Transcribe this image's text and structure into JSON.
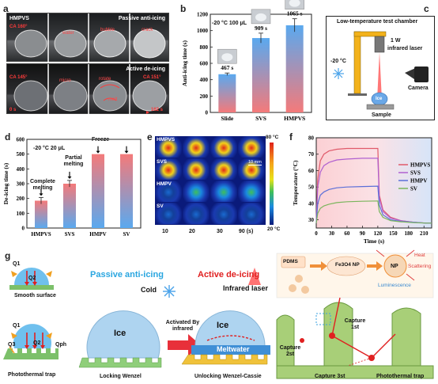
{
  "panels": {
    "a": {
      "label": "a",
      "top_left": "HMPVS",
      "top_right": "Passive anti-icing",
      "ca_top": "CA 160°",
      "water_labels": [
        "water",
        "bubble",
        "crack"
      ],
      "bottom_title": "Active de-icing",
      "ca_bottom_left": "CA 145°",
      "ca_bottom_right": "CA 151°",
      "melt_labels": [
        "micro",
        "rotate",
        "melt"
      ],
      "time_left": "0 s",
      "time_right": "162 s"
    },
    "b": {
      "label": "b",
      "condition": "-20 °C  100 μL",
      "ylabel": "Anti-icing time (s)",
      "ticks": [
        "0",
        "200",
        "400",
        "600",
        "800",
        "1000",
        "1200"
      ],
      "data_labels": [
        "467 s",
        "909 s",
        "1065 s"
      ]
    },
    "c": {
      "label": "c",
      "title": "Low-temperature test chamber",
      "temp": "-20 °C",
      "power": "1 W",
      "laser": "infrared laser",
      "camera": "Camera",
      "ice": "Ice",
      "sample": "Sample"
    },
    "d": {
      "label": "d",
      "condition": "-20 °C  20 μL",
      "ylabel": "De-icing time (s)",
      "ticks": [
        "0",
        "100",
        "200",
        "300",
        "400",
        "500",
        "600"
      ],
      "annotations": [
        "Complete melting",
        "Partial melting",
        "Freeze"
      ]
    },
    "e": {
      "label": "e",
      "rows": [
        "HMPVS",
        "SVS",
        "HMPV",
        "SV"
      ],
      "scale": "10 mm",
      "times": [
        "10",
        "20",
        "30",
        "90 (s)"
      ],
      "cbar_top": "80 °C",
      "cbar_bottom": "20 °C"
    },
    "f": {
      "label": "f",
      "ylabel": "Temperature (°C)",
      "xlabel": "Time (s)",
      "yticks": [
        "30",
        "40",
        "50",
        "60",
        "70",
        "80"
      ],
      "xticks": [
        "0",
        "30",
        "60",
        "90",
        "120",
        "150",
        "180",
        "210"
      ]
    },
    "g": {
      "label": "g",
      "q_labels": [
        "Q1",
        "Q2",
        "Q1",
        "Q3",
        "Q2",
        "Qph"
      ],
      "smooth": "Smooth surface",
      "photothermal": "Photothermal trap",
      "passive": "Passive anti-icing",
      "cold": "Cold",
      "ice": "Ice",
      "locking": "Locking Wenzel",
      "activated": "Activated By infrared",
      "active": "Active de-icing",
      "infrared": "Infrared laser",
      "ice2": "Ice",
      "meltwater": "Meltwater",
      "unlocking": "Unlocking Wenzel-Cassie",
      "pdms": "PDMS",
      "fe3o4": "Fe3O4 NP",
      "np": "NP",
      "heat": "Heat",
      "scattering": "Scattering",
      "luminescence": "Luminescence",
      "capture1": "Capture 1st",
      "capture2": "Capture 2st",
      "capture3": "Capture 3st",
      "trap": "Photothermal trap"
    }
  },
  "chart_data": [
    {
      "type": "bar",
      "panel": "b",
      "categories": [
        "Slide",
        "SVS",
        "HMPVS"
      ],
      "values": [
        467,
        909,
        1065
      ],
      "errors": [
        15,
        60,
        80
      ],
      "ylabel": "Anti-icing time (s)",
      "ylim": [
        0,
        1200
      ],
      "colors": {
        "top": "#5aa9ef",
        "bottom": "#f47a7a"
      }
    },
    {
      "type": "bar",
      "panel": "d",
      "categories": [
        "HMPVS",
        "SVS",
        "HMPV",
        "SV"
      ],
      "values": [
        185,
        300,
        500,
        500
      ],
      "errors": [
        22,
        22,
        0,
        0
      ],
      "ylabel": "De-icing time (s)",
      "ylim": [
        0,
        600
      ],
      "colors": {
        "top": "#f47a7a",
        "bottom": "#5aa9ef"
      }
    },
    {
      "type": "line",
      "panel": "f",
      "xlabel": "Time (s)",
      "ylabel": "Temperature (°C)",
      "xlim": [
        0,
        225
      ],
      "ylim": [
        25,
        80
      ],
      "series": [
        {
          "name": "HMPVS",
          "color": "#e05a6a",
          "x": [
            0,
            3,
            8,
            15,
            25,
            40,
            60,
            90,
            120,
            123,
            130,
            145,
            165,
            190,
            215,
            225
          ],
          "y": [
            28,
            55,
            66,
            70,
            72,
            73,
            73.5,
            73.5,
            73.5,
            45,
            36,
            31.5,
            29.5,
            28.5,
            28,
            28
          ]
        },
        {
          "name": "SVS",
          "color": "#b060d0",
          "x": [
            0,
            3,
            8,
            15,
            25,
            40,
            60,
            90,
            120,
            123,
            130,
            145,
            165,
            190,
            215,
            225
          ],
          "y": [
            28,
            50,
            59,
            63,
            65,
            66.5,
            67,
            67.5,
            67.5,
            43,
            35,
            31,
            29.5,
            28.5,
            28,
            28
          ]
        },
        {
          "name": "HMPV",
          "color": "#5b6fd8",
          "x": [
            0,
            3,
            8,
            15,
            25,
            40,
            60,
            90,
            120,
            123,
            130,
            145,
            165,
            190,
            215,
            225
          ],
          "y": [
            28,
            40,
            45,
            47,
            48.5,
            49.5,
            50,
            50.3,
            50.5,
            39,
            33,
            30,
            29,
            28.5,
            28,
            28
          ]
        },
        {
          "name": "SV",
          "color": "#7ab55c",
          "x": [
            0,
            3,
            8,
            15,
            25,
            40,
            60,
            90,
            120,
            123,
            130,
            145,
            165,
            190,
            215,
            225
          ],
          "y": [
            28,
            34,
            37,
            38.5,
            39.5,
            40.5,
            41,
            41.3,
            41.5,
            35,
            31.5,
            29.5,
            28.8,
            28.3,
            28,
            28
          ]
        }
      ]
    }
  ]
}
